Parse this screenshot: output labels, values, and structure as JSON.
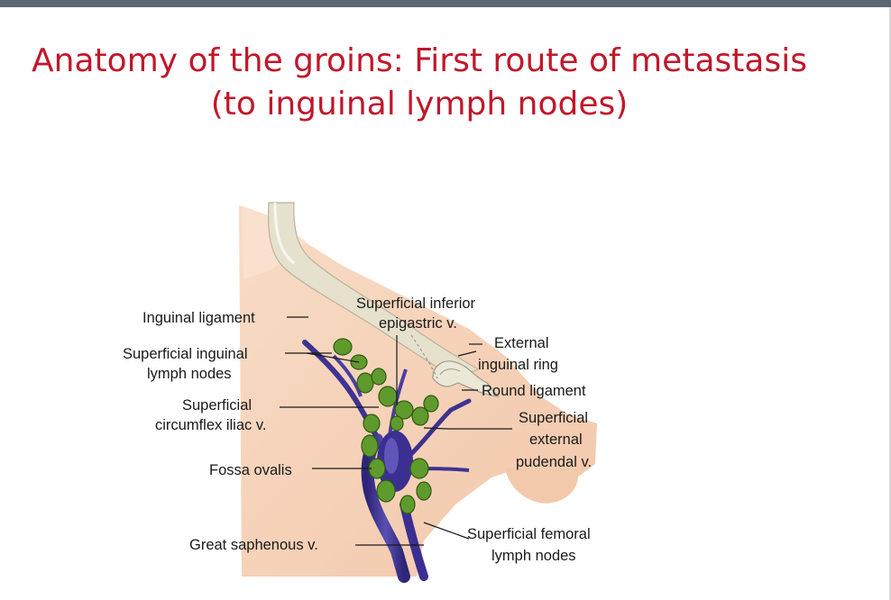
{
  "title": {
    "line1": "Anatomy of the groins: First route of metastasis",
    "line2": "(to inguinal lymph nodes)"
  },
  "labels": {
    "inguinal_ligament": "Inguinal ligament",
    "superficial_inguinal_1": "Superficial inguinal",
    "superficial_inguinal_2": "lymph nodes",
    "circumflex_1": "Superficial",
    "circumflex_2": "circumflex iliac v.",
    "fossa_ovalis": "Fossa ovalis",
    "great_saphenous": "Great saphenous v.",
    "sup_inf_epigastric_1": "Superficial inferior",
    "sup_inf_epigastric_2": "epigastric v.",
    "external_ring_1": "External",
    "external_ring_2": "inguinal ring",
    "round_ligament": "Round ligament",
    "pudendal_1": "Superficial",
    "pudendal_2": "external",
    "pudendal_3": "pudendal v.",
    "femoral_nodes_1": "Superficial femoral",
    "femoral_nodes_2": "lymph nodes"
  },
  "colors": {
    "title": "#c0182b",
    "skin": "#f6d3bb",
    "vein": "#4a3f9a",
    "node": "#5f9a2c",
    "ligament": "#e7e4d3"
  }
}
